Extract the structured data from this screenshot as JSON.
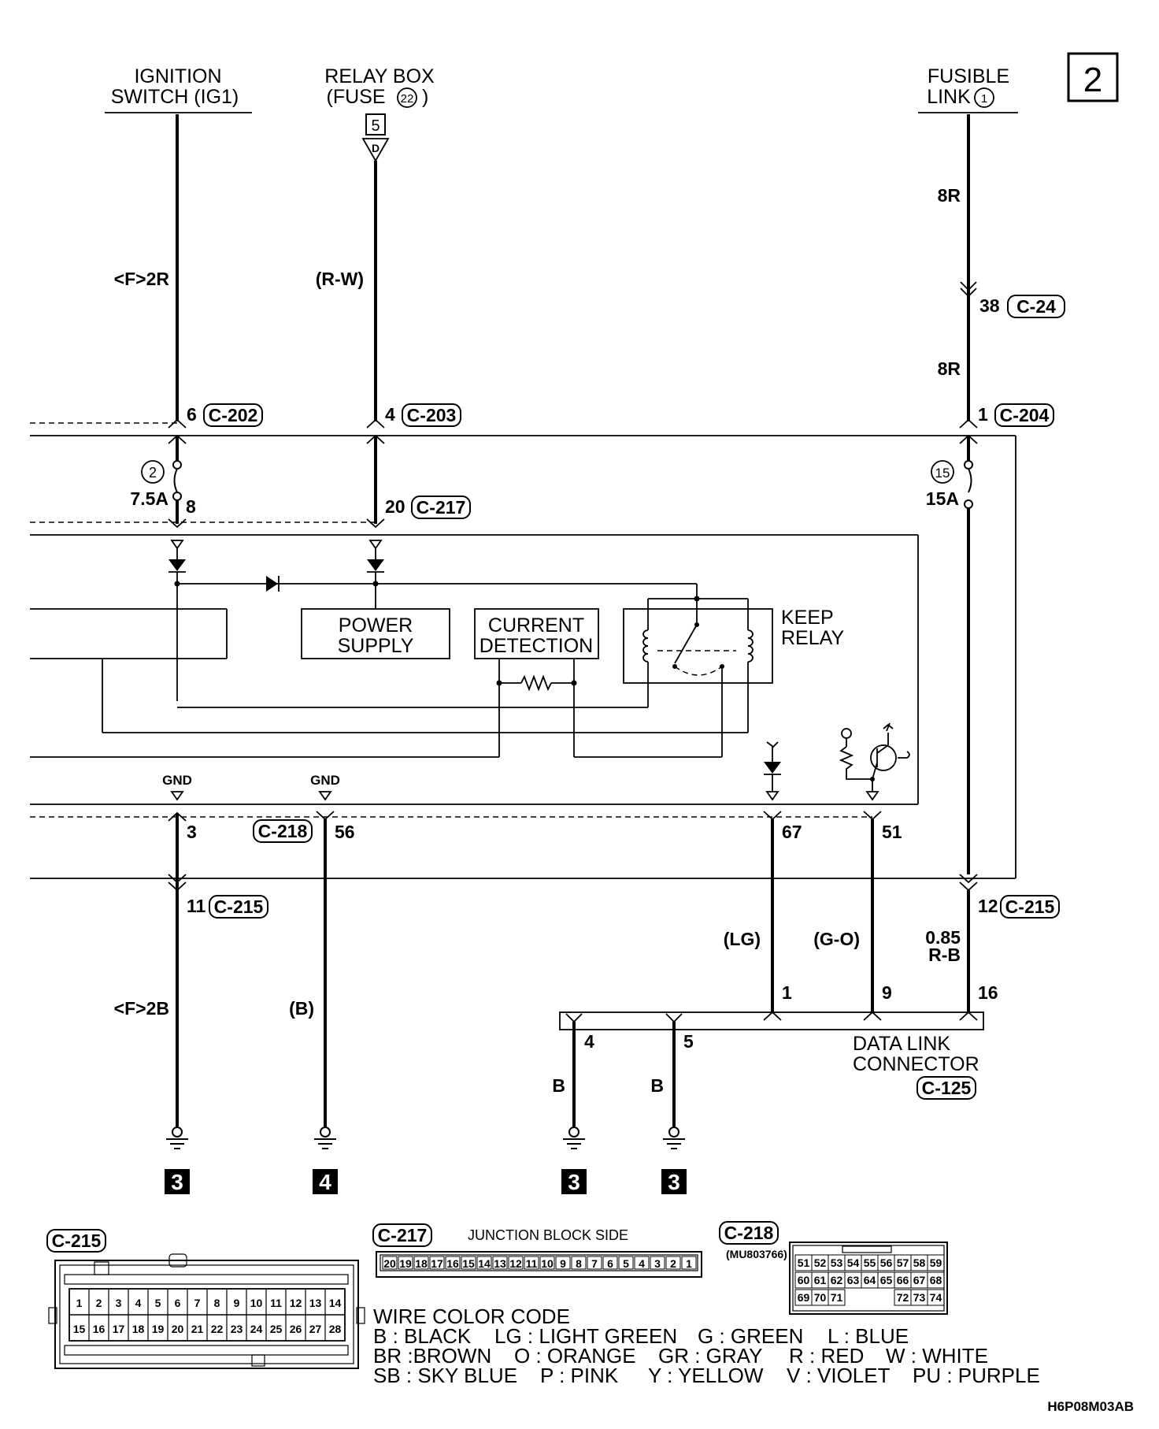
{
  "page_number": "2",
  "sources": {
    "ignition": [
      "IGNITION",
      "SWITCH (IG1)"
    ],
    "relay_box": [
      "RELAY BOX",
      "(FUSE",
      "22",
      ")"
    ],
    "relay_box_connector": "5",
    "relay_box_terminal": "D",
    "fusible_link": [
      "FUSIBLE",
      "LINK",
      "1"
    ]
  },
  "wire_labels": {
    "ig_top": "<F>2R",
    "rw_top": "(R-W)",
    "fl_upper": "8R",
    "fl_lower": "8R",
    "ig_bottom": "<F>2B",
    "gnd_b": "(B)",
    "lg": "(LG)",
    "go": "(G-O)",
    "rb1": "0.85",
    "rb2": "R-B",
    "dlc_b1": "B",
    "dlc_b2": "B"
  },
  "connectors": {
    "c24": {
      "pin": "38",
      "name": "C-24"
    },
    "c202": {
      "pin": "6",
      "name": "C-202"
    },
    "c203": {
      "pin": "4",
      "name": "C-203"
    },
    "c204": {
      "pin": "1",
      "name": "C-204"
    },
    "c217": {
      "pin": "20",
      "name": "C-217"
    },
    "c218": {
      "pin": "56",
      "name": "C-218"
    },
    "c215_left": {
      "pin": "11",
      "name": "C-215"
    },
    "c215_right": {
      "pin": "12",
      "name": "C-215"
    },
    "c125": {
      "name": "C-125"
    }
  },
  "fuses": {
    "left": {
      "num": "2",
      "rating": "7.5A",
      "pin": "8"
    },
    "right": {
      "num": "15",
      "rating": "15A"
    }
  },
  "internal_pins": {
    "gnd3": "3",
    "p67": "67",
    "p51": "51"
  },
  "gnd_labels": [
    "GND",
    "GND"
  ],
  "blocks": {
    "power_supply": [
      "POWER",
      "SUPPLY"
    ],
    "current_detection": [
      "CURRENT",
      "DETECTION"
    ],
    "keep_relay": [
      "KEEP",
      "RELAY"
    ]
  },
  "dlc": {
    "title": [
      "DATA LINK",
      "CONNECTOR"
    ],
    "pins": [
      "1",
      "9",
      "16",
      "4",
      "5"
    ]
  },
  "ground_refs": [
    "3",
    "4",
    "3",
    "3"
  ],
  "legend_connectors": {
    "c215": {
      "name": "C-215",
      "row1": [
        "1",
        "2",
        "3",
        "4",
        "5",
        "6",
        "7",
        "8",
        "9",
        "10",
        "11",
        "12",
        "13",
        "14"
      ],
      "row2": [
        "15",
        "16",
        "17",
        "18",
        "19",
        "20",
        "21",
        "22",
        "23",
        "24",
        "25",
        "26",
        "27",
        "28"
      ]
    },
    "c217": {
      "name": "C-217",
      "side": "JUNCTION BLOCK SIDE",
      "pins": [
        "20",
        "19",
        "18",
        "17",
        "16",
        "15",
        "14",
        "13",
        "12",
        "11",
        "10",
        "9",
        "8",
        "7",
        "6",
        "5",
        "4",
        "3",
        "2",
        "1"
      ]
    },
    "c218": {
      "name": "C-218",
      "part": "(MU803766)",
      "row1": [
        "51",
        "52",
        "53",
        "54",
        "55",
        "56",
        "57",
        "58",
        "59"
      ],
      "row2": [
        "60",
        "61",
        "62",
        "63",
        "64",
        "65",
        "66",
        "67",
        "68"
      ],
      "row3a": [
        "69",
        "70",
        "71"
      ],
      "row3b": [
        "72",
        "73",
        "74"
      ]
    }
  },
  "color_code": {
    "title": "WIRE COLOR CODE",
    "row1": [
      "B : BLACK",
      "LG : LIGHT GREEN",
      "G : GREEN",
      "L : BLUE"
    ],
    "row2": [
      "BR :BROWN",
      "O : ORANGE",
      "GR : GRAY",
      "R : RED",
      "W : WHITE"
    ],
    "row3": [
      "SB : SKY BLUE",
      "P : PINK",
      "Y : YELLOW",
      "V : VIOLET",
      "PU : PURPLE"
    ]
  },
  "figure_code": "H6P08M03AB"
}
